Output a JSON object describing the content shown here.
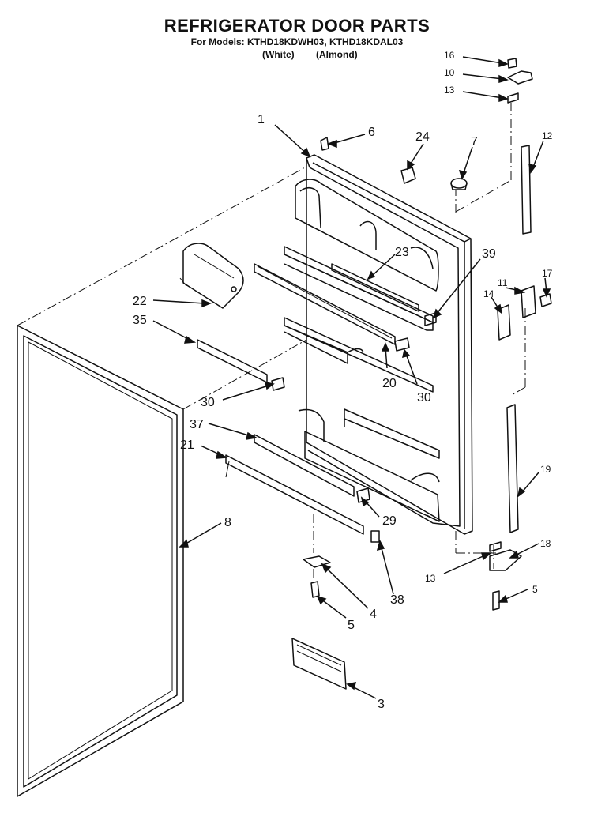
{
  "title": "REFRIGERATOR DOOR PARTS",
  "models_line": "For Models: KTHD18KDWH03, KTHD18KDAL03",
  "variant_white": "(White)",
  "variant_almond": "(Almond)",
  "callouts": {
    "c1": "1",
    "c6": "6",
    "c24": "24",
    "c7": "7",
    "c16": "16",
    "c10": "10",
    "c13a": "13",
    "c12": "12",
    "c39": "39",
    "c23": "23",
    "c22": "22",
    "c35": "35",
    "c11": "11",
    "c17": "17",
    "c14": "14",
    "c20": "20",
    "c30a": "30",
    "c30b": "30",
    "c37": "37",
    "c21": "21",
    "c19": "19",
    "c29": "29",
    "c8": "8",
    "c18": "18",
    "c13b": "13",
    "c5a": "5",
    "c38": "38",
    "c4": "4",
    "c5b": "5",
    "c3": "3"
  },
  "colors": {
    "ink": "#111111",
    "paper": "#ffffff"
  }
}
